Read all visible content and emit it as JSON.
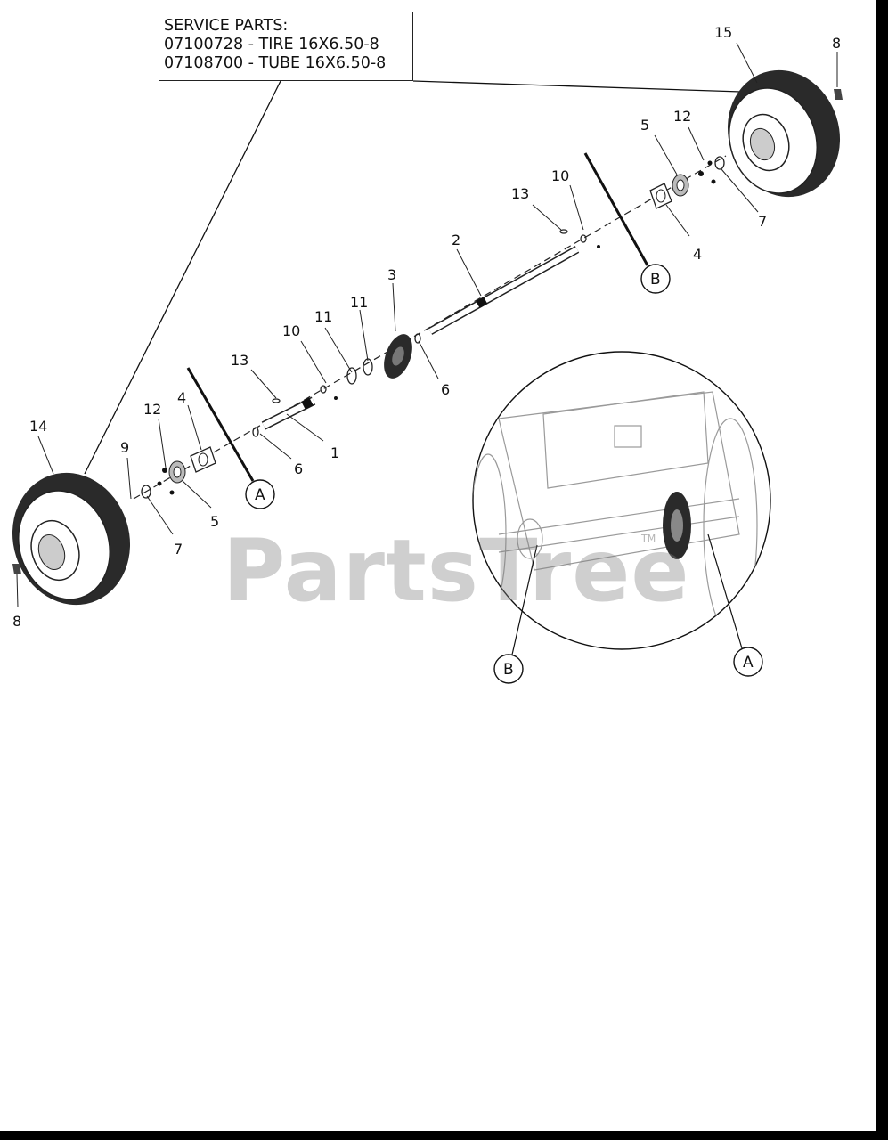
{
  "service_parts": {
    "heading": "SERVICE PARTS:",
    "lines": [
      "07100728 - TIRE 16X6.50-8",
      "07108700 - TUBE 16X6.50-8"
    ]
  },
  "callouts": {
    "c15": "15",
    "c8_top": "8",
    "c12_right": "12",
    "c5_right": "5",
    "c10_right": "10",
    "c13_right": "13",
    "c7_right": "7",
    "c4_right": "4",
    "c2": "2",
    "c3": "3",
    "c11_a": "11",
    "c11_b": "11",
    "c10_left": "10",
    "c13_left": "13",
    "c6_right": "6",
    "c1": "1",
    "c6_left": "6",
    "c4_left": "4",
    "c12_left": "12",
    "c14": "14",
    "c9": "9",
    "c5_left": "5",
    "c7_left": "7",
    "c8_bottom": "8"
  },
  "detail_markers": {
    "A": "A",
    "B": "B"
  },
  "watermark": {
    "text": "PartsTree",
    "tm": "TM"
  },
  "colors": {
    "line": "#111111",
    "tire_fill": "#2a2a2a",
    "detail_line": "#9a9a9a"
  }
}
